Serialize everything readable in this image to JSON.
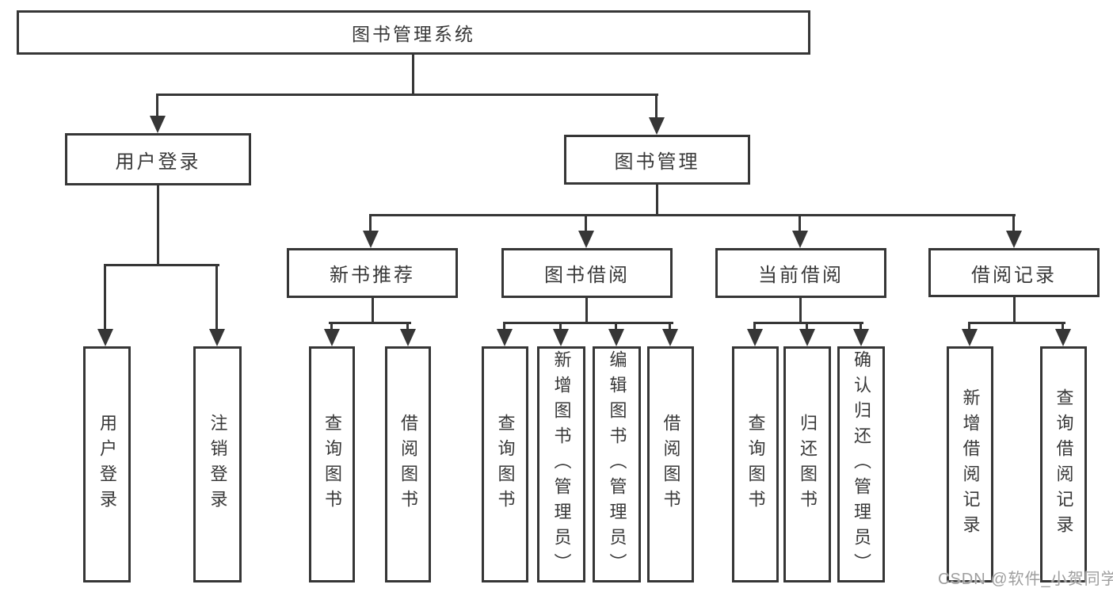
{
  "diagram": {
    "root": {
      "label": "图书管理系统"
    },
    "level1": [
      {
        "label": "用户登录"
      },
      {
        "label": "图书管理"
      }
    ],
    "level2": [
      {
        "label": "新书推荐"
      },
      {
        "label": "图书借阅"
      },
      {
        "label": "当前借阅"
      },
      {
        "label": "借阅记录"
      }
    ],
    "leaves": {
      "login": [
        "用户登录",
        "注销登录"
      ],
      "recommend": [
        "查询图书",
        "借阅图书"
      ],
      "borrow": [
        "查询图书",
        "新增图书（管理员）",
        "编辑图书（管理员）",
        "借阅图书"
      ],
      "current": [
        "查询图书",
        "归还图书",
        "确认归还（管理员）"
      ],
      "records": [
        "新增借阅记录",
        "查询借阅记录"
      ]
    }
  },
  "watermark": {
    "text": "CSDN @软件_小贺同学"
  },
  "colors": {
    "line": "#363636",
    "text": "#383838",
    "watermark": "#9e9e9e",
    "background": "#ffffff"
  }
}
